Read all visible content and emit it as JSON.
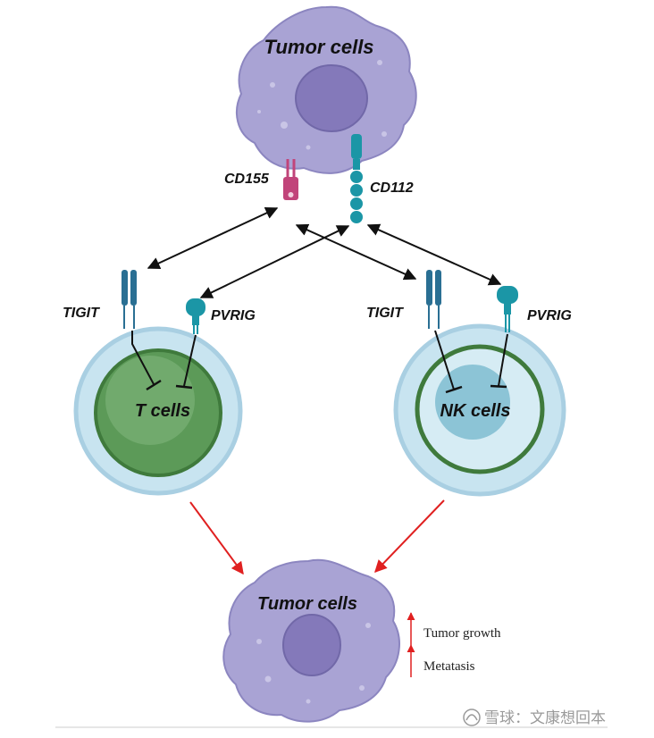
{
  "labels": {
    "tumor_top": "Tumor cells",
    "tumor_bottom": "Tumor cells",
    "cd155": "CD155",
    "cd112": "CD112",
    "tigit_t": "TIGIT",
    "pvrig_t": "PVRIG",
    "tigit_nk": "TIGIT",
    "pvrig_nk": "PVRIG",
    "t_cells": "T cells",
    "nk_cells": "NK cells"
  },
  "outcomes": {
    "growth": "Tumor growth",
    "metastasis": "Metatasis"
  },
  "watermark": "雪球：文康想回本",
  "colors": {
    "tumor": "#a9a3d4",
    "tumor_nucleus": "#8479ba",
    "cd155": "#c1447a",
    "cd112": "#1b96a6",
    "tigit": "#2a6f93",
    "pvrig": "#1b96a6",
    "t_cell": "#5c9a58",
    "nk_cell": "#8cc4d6",
    "outer_cell": "#c8e4f0",
    "red_arrow": "#e02020"
  }
}
